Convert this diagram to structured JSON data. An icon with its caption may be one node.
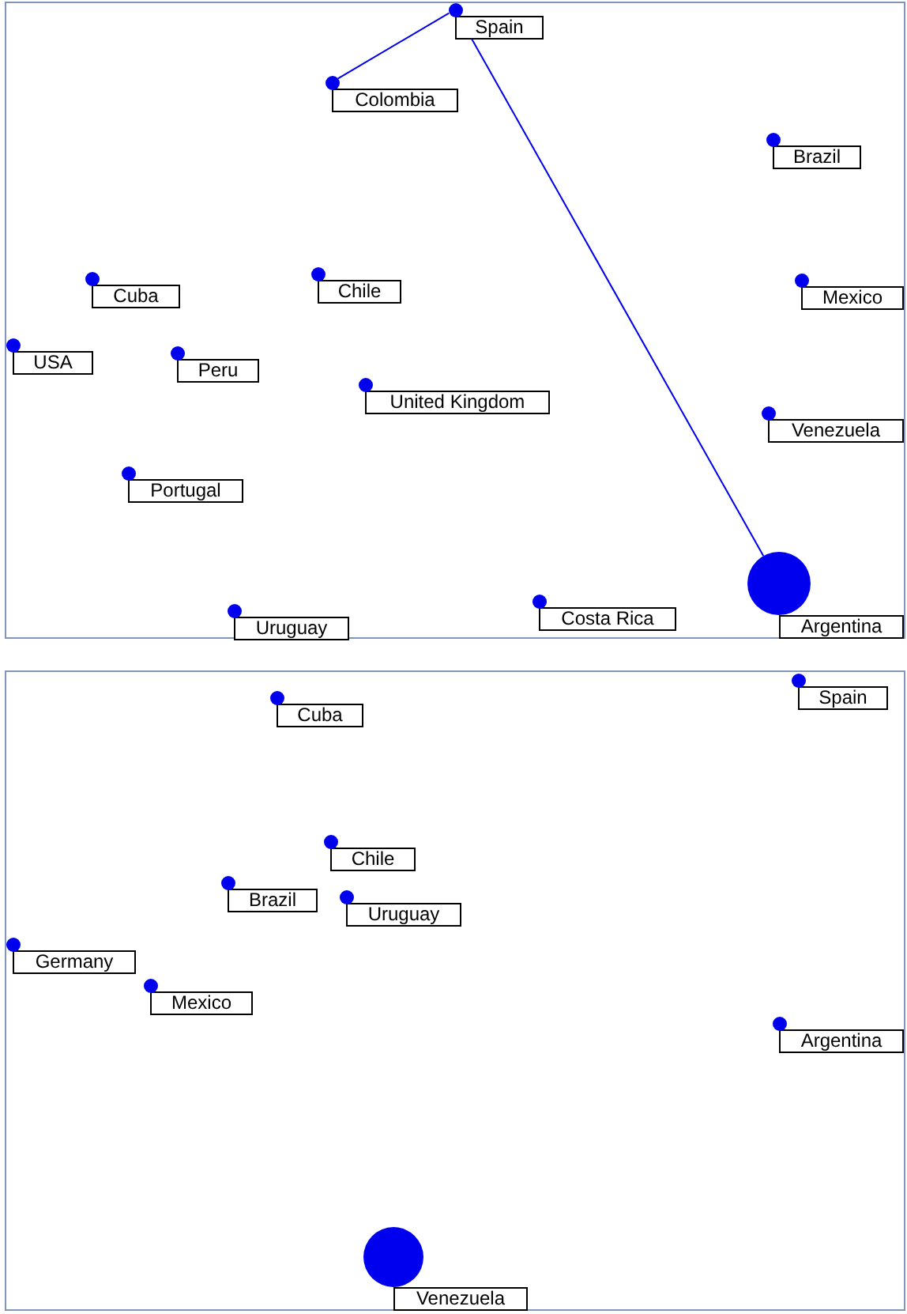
{
  "diagram": {
    "nodes": [
      {
        "text": [],
        "shape": "box"
      },
      {
        "text": [],
        "shape": "circle",
        "in": 0,
        "beside": [
          "Spain"
        ]
      },
      {
        "text": [],
        "shape": "circle",
        "in": 0,
        "beside": [
          "Colombia"
        ]
      },
      {
        "text": [],
        "shape": "circle",
        "in": 0,
        "beside": [
          "Brazil"
        ]
      },
      {
        "text": [],
        "shape": "circle",
        "in": 0,
        "beside": [
          "Chile"
        ]
      },
      {
        "text": [],
        "shape": "circle",
        "in": 0,
        "beside": [
          "Cuba"
        ]
      },
      {
        "text": [],
        "shape": "circle",
        "in": 0,
        "beside": [
          "Mexico"
        ]
      },
      {
        "text": [],
        "shape": "circle",
        "in": 0,
        "beside": [
          "USA"
        ]
      },
      {
        "text": [],
        "shape": "circle",
        "in": 0,
        "beside": [
          "Peru"
        ]
      },
      {
        "text": [],
        "shape": "circle",
        "in": 0,
        "beside": [
          "United Kingdom"
        ]
      },
      {
        "text": [],
        "shape": "circle",
        "in": 0,
        "beside": [
          "Venezuela"
        ]
      },
      {
        "text": [],
        "shape": "circle",
        "in": 0,
        "beside": [
          "Portugal"
        ]
      },
      {
        "text": [],
        "shape": "circle",
        "in": 0,
        "beside": [
          "Argentina"
        ]
      },
      {
        "text": [],
        "shape": "circle",
        "in": 0,
        "beside": [
          "Costa Rica"
        ]
      },
      {
        "text": [],
        "shape": "circle",
        "in": 0,
        "beside": [
          "Uruguay"
        ]
      },
      {
        "text": [],
        "shape": "box"
      },
      {
        "text": [],
        "shape": "circle",
        "in": 15,
        "beside": [
          "Spain"
        ]
      },
      {
        "text": [],
        "shape": "circle",
        "in": 15,
        "beside": [
          "Cuba"
        ]
      },
      {
        "text": [],
        "shape": "circle",
        "in": 15,
        "beside": [
          "Chile"
        ]
      },
      {
        "text": [],
        "shape": "circle",
        "in": 15,
        "beside": [
          "Brazil"
        ]
      },
      {
        "text": [],
        "shape": "circle",
        "in": 15,
        "beside": [
          "Uruguay"
        ]
      },
      {
        "text": [],
        "shape": "circle",
        "in": 15,
        "beside": [
          "Germany"
        ]
      },
      {
        "text": [],
        "shape": "circle",
        "in": 15,
        "beside": [
          "Mexico"
        ]
      },
      {
        "text": [],
        "shape": "circle",
        "in": 15,
        "beside": [
          "Argentina"
        ]
      },
      {
        "text": [],
        "shape": "circle",
        "in": 15,
        "beside": [
          "Venezuela"
        ]
      }
    ],
    "edges": [
      {
        "from": 2,
        "to": 1,
        "arrow": "none"
      },
      {
        "from": 1,
        "to": 12,
        "arrow": "none"
      }
    ]
  }
}
